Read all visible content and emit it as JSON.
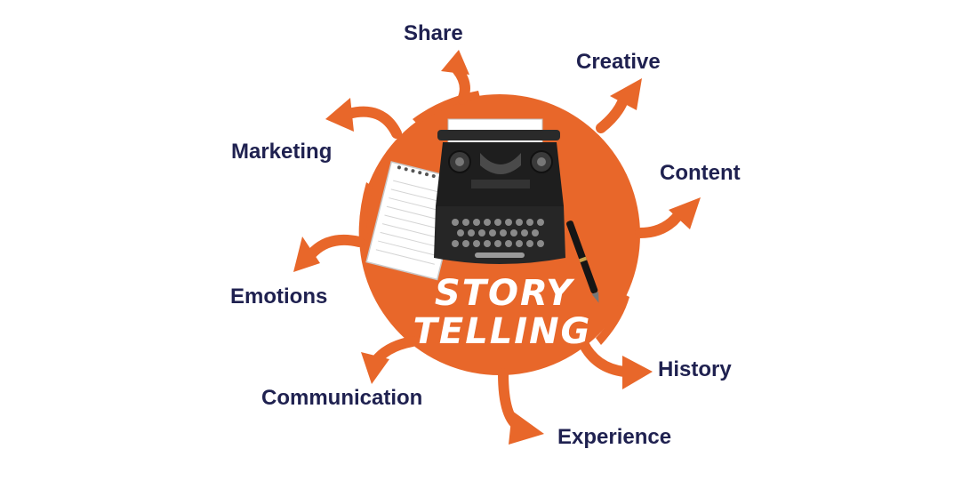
{
  "colors": {
    "accent": "#e8672a",
    "label": "#1f2150",
    "title": "#ffffff"
  },
  "center": {
    "title_line1": "STORY",
    "title_line2": "TELLING",
    "illustration": [
      "typewriter-icon",
      "notepad-icon",
      "pen-icon"
    ]
  },
  "spokes": [
    {
      "id": "share",
      "label": "Share"
    },
    {
      "id": "creative",
      "label": "Creative"
    },
    {
      "id": "content",
      "label": "Content"
    },
    {
      "id": "history",
      "label": "History"
    },
    {
      "id": "experience",
      "label": "Experience"
    },
    {
      "id": "communication",
      "label": "Communication"
    },
    {
      "id": "emotions",
      "label": "Emotions"
    },
    {
      "id": "marketing",
      "label": "Marketing"
    }
  ]
}
